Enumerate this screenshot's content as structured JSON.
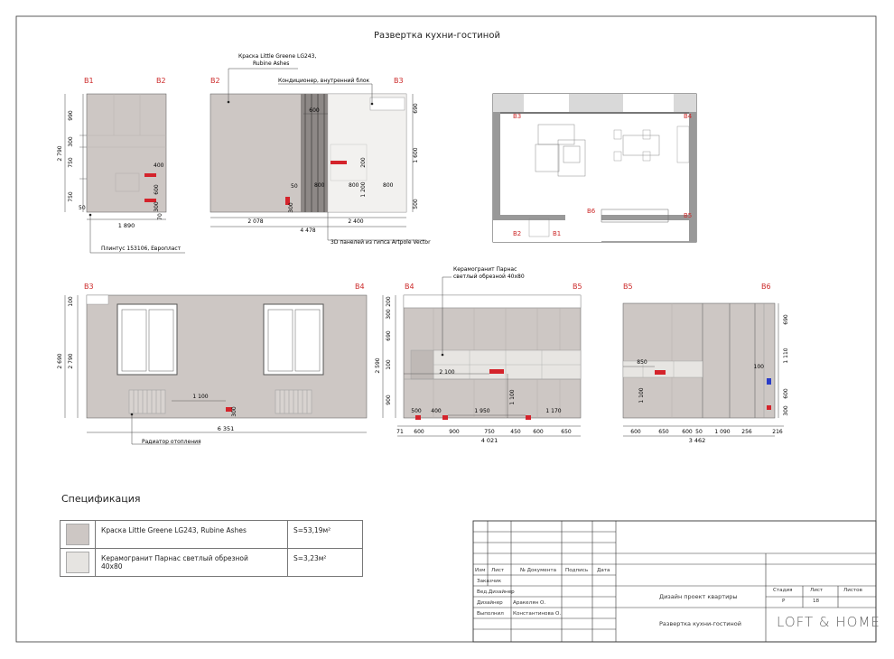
{
  "title": "Развертка кухни-гостиной",
  "elevation1": {
    "corners": [
      "B1",
      "B2"
    ],
    "heights": [
      "990",
      "300",
      "750",
      "750"
    ],
    "total_height": "2 790",
    "callouts": [
      "400",
      "600",
      "300",
      "70"
    ],
    "bottom_offset": "50",
    "width": "1 890",
    "note": "Плинтус 153106, Европласт"
  },
  "elevation2": {
    "corners": [
      "B2",
      "B3"
    ],
    "paint_note_line1": "Краска Little Greene LG243,",
    "paint_note_line2": "Rubine Ashes",
    "ac_note": "Кондиционер, внутренний блок",
    "top_dims": [
      "600",
      "690"
    ],
    "dims": [
      "50",
      "800",
      "800",
      "800",
      "200",
      "1 200",
      "300"
    ],
    "right_heights": [
      "1 600",
      "500"
    ],
    "widths": [
      "2 078",
      "2 400"
    ],
    "total_width": "4 478",
    "panels_note": "3D панелей из гипса Artpole Vector"
  },
  "elevation3": {
    "corners": [
      "B3",
      "B4"
    ],
    "heights": [
      "100",
      "2 690",
      "2 790"
    ],
    "socket_offset": "1 100",
    "socket_height": "300",
    "width": "6 351",
    "radiator_note": "Радиатор отопления"
  },
  "elevation4": {
    "corners": [
      "B4",
      "B5"
    ],
    "tile_note_line1": "Керамогранит Парнас",
    "tile_note_line2": "светлый обрезной 40х80",
    "left_dims": [
      "200",
      "300",
      "690",
      "100",
      "2 590",
      "900"
    ],
    "inner_dims": [
      "2 100",
      "1 950",
      "1 100",
      "500",
      "400",
      "1 170"
    ],
    "bottom_dims": [
      "71",
      "600",
      "900",
      "750",
      "450",
      "600",
      "650"
    ],
    "total_width": "4 021"
  },
  "elevation5": {
    "corners": [
      "B5",
      "B6"
    ],
    "inner_dims": [
      "850",
      "1 100",
      "100",
      "690",
      "1 110",
      "600",
      "300"
    ],
    "bottom_dims": [
      "600",
      "650",
      "600",
      "50",
      "1 090",
      "256",
      "216"
    ],
    "total_width": "3 462"
  },
  "plan": {
    "labels": [
      "B3",
      "B4",
      "B6",
      "B5",
      "B2",
      "B1"
    ]
  },
  "spec": {
    "title": "Спецификация",
    "rows": [
      {
        "name": "Краска Little Greene LG243, Rubine Ashes",
        "name2": "",
        "area": "S=53,19м²"
      },
      {
        "name": "Керамогранит Парнас светлый обрезной",
        "name2": "40х80",
        "area": "S=3,23м²"
      }
    ]
  },
  "stamp": {
    "headers": [
      "Изм",
      "Лист",
      "№ Документа",
      "Подпись",
      "Дата"
    ],
    "roles": [
      "Заказчик",
      "Вед.Дизайнер",
      "Дизайнер",
      "Выполнил"
    ],
    "names": [
      "",
      "",
      "Аракелян О.",
      "Константинова О."
    ],
    "project": "Дизайн проект квартиры",
    "sheet_title": "Развертка кухни-гостиной",
    "stage_header": "Стадия",
    "sheet_header": "Лист",
    "sheets_header": "Листов",
    "stage": "Р",
    "sheet": "18",
    "sheets": "",
    "brand": "LOFT & HOME"
  },
  "colors": {
    "wall": "#cdc7c4",
    "accent_red": "#d4232b",
    "label_red": "#cc2a2a",
    "line": "#444444",
    "blue": "#2a3cc8"
  }
}
